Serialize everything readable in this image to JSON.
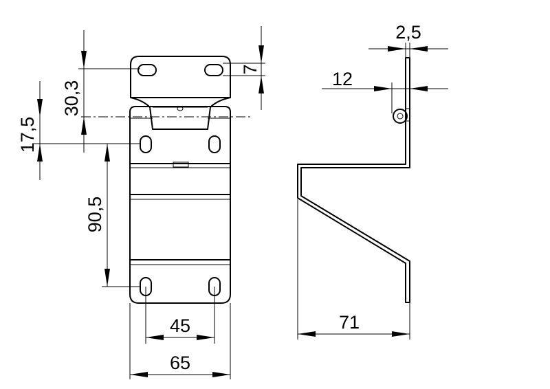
{
  "dimensions": {
    "d_2_5": "2,5",
    "d_7": "7",
    "d_12": "12",
    "d_30_3": "30,3",
    "d_17_5": "17,5",
    "d_90_5": "90,5",
    "d_45": "45",
    "d_65": "65",
    "d_71": "71"
  }
}
